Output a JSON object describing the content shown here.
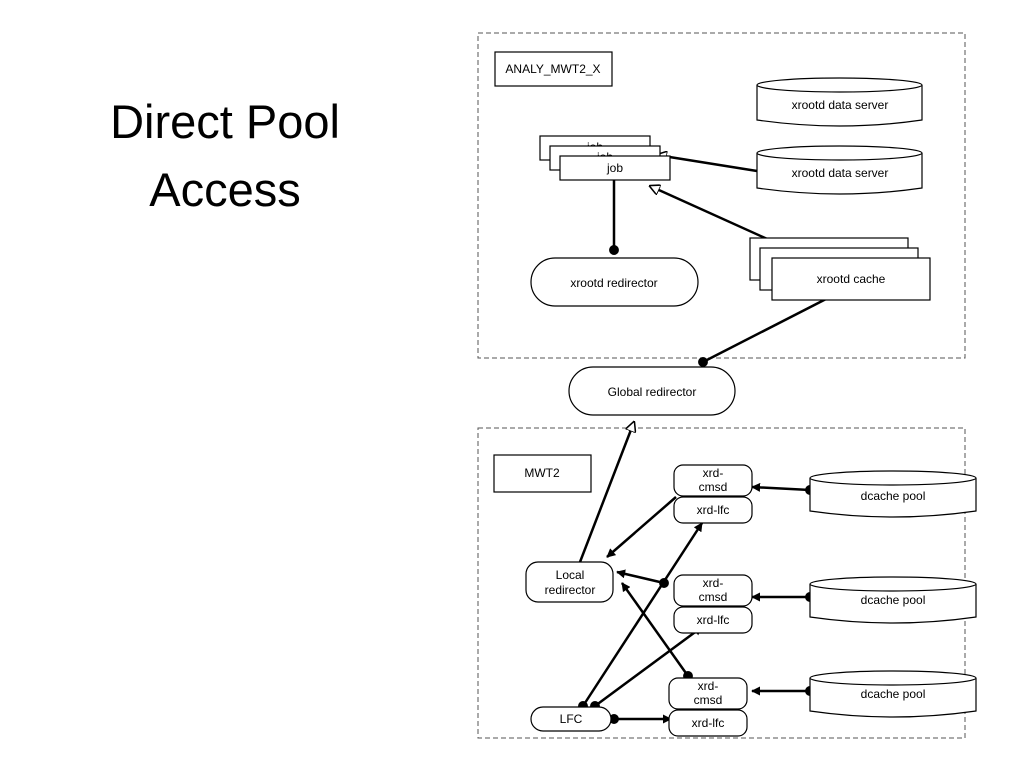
{
  "slide": {
    "title_line1": "Direct Pool",
    "title_line2": "Access"
  },
  "diagram": {
    "site_box_label": "ANALY_MWT2_X",
    "data_server_1": "xrootd data server",
    "data_server_2": "xrootd data server",
    "job_back_2": "job",
    "job_back_1": "job",
    "job_front": "job",
    "xrootd_redirector": "xrootd redirector",
    "xrootd_cache": "xrootd cache",
    "global_redirector": "Global redirector",
    "mwt2_box_label": "MWT2",
    "local_redirector_line1": "Local",
    "local_redirector_line2": "redirector",
    "lfc": "LFC",
    "cmsd_1_line1": "xrd-",
    "cmsd_1_line2": "cmsd",
    "lfc_node_1": "xrd-lfc",
    "cmsd_2_line1": "xrd-",
    "cmsd_2_line2": "cmsd",
    "lfc_node_2": "xrd-lfc",
    "cmsd_3_line1": "xrd-",
    "cmsd_3_line2": "cmsd",
    "lfc_node_3": "xrd-lfc",
    "dcache_pool_1": "dcache pool",
    "dcache_pool_2": "dcache pool",
    "dcache_pool_3": "dcache pool"
  },
  "colors": {
    "stroke": "#000000",
    "fill": "#ffffff",
    "dashed_border": "#555555"
  }
}
